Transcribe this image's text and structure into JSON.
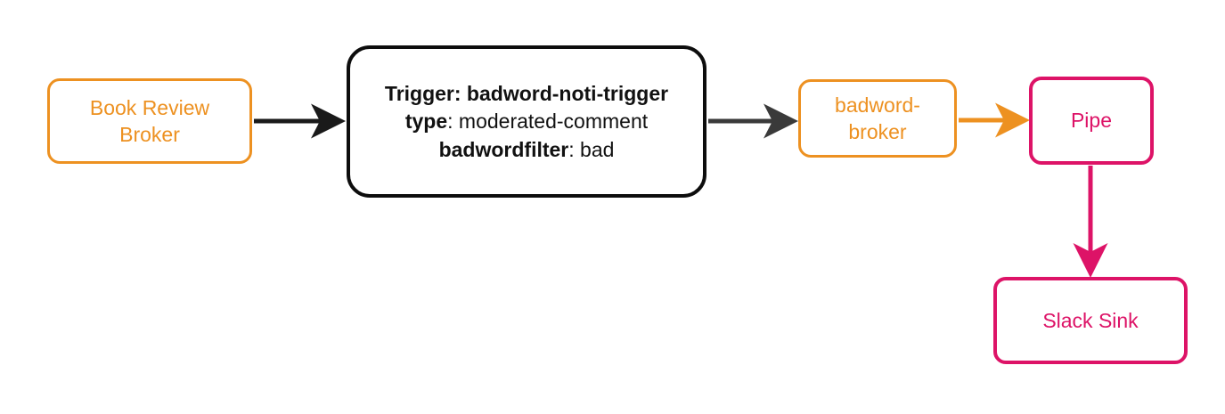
{
  "diagram": {
    "type": "flow-diagram",
    "title": "",
    "background": "#ffffff",
    "colors": {
      "orange": "#ED9121",
      "crimson": "#DD1367",
      "black": "#0d0d0d",
      "dark_arrow": "#2b2b2b"
    },
    "nodes": [
      {
        "id": "book-review-broker",
        "label": "Book Review\nBroker",
        "style": "orange"
      },
      {
        "id": "trigger",
        "style": "black",
        "lines": [
          {
            "bold": "Trigger: badword-noti-trigger",
            "rest": ""
          },
          {
            "bold": "type",
            "rest": ": moderated-comment"
          },
          {
            "bold": "badwordfilter",
            "rest": ": bad"
          }
        ]
      },
      {
        "id": "badword-broker",
        "label": "badword-\nbroker",
        "style": "orange"
      },
      {
        "id": "pipe",
        "label": "Pipe",
        "style": "crimson"
      },
      {
        "id": "slack-sink",
        "label": "Slack Sink",
        "style": "crimson"
      }
    ],
    "edges": [
      {
        "id": "edge-broker-to-trigger",
        "from": "book-review-broker",
        "to": "trigger",
        "color": "#1a1a1a",
        "label": ""
      },
      {
        "id": "edge-trigger-to-badword-broker",
        "from": "trigger",
        "to": "badword-broker",
        "color": "#3a3a3a",
        "label": ""
      },
      {
        "id": "edge-badword-broker-to-pipe",
        "from": "badword-broker",
        "to": "pipe",
        "color": "#ED9121",
        "label": ""
      },
      {
        "id": "edge-pipe-to-slack-sink",
        "from": "pipe",
        "to": "slack-sink",
        "color": "#DD1367",
        "label": ""
      }
    ]
  }
}
